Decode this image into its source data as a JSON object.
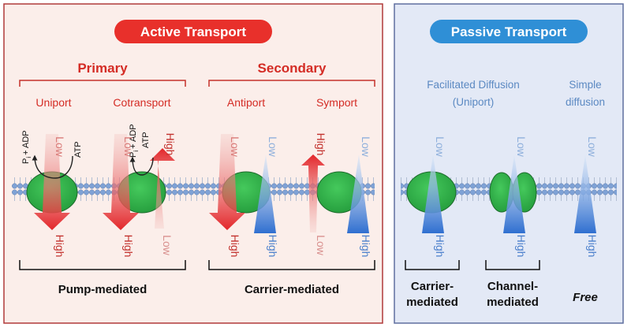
{
  "colors": {
    "active_bg": "#fbeeea",
    "active_border": "#b03a3a",
    "passive_bg": "#e3e9f6",
    "passive_border": "#5f6f9f",
    "pill_red": "#e8302b",
    "pill_blue": "#2f8fd6",
    "red_text": "#d42c25",
    "red_arrow": "#e3262a",
    "blue_text": "#5b89c2",
    "blue_arrow": "#3f83d6",
    "protein_green": "#2fb847",
    "lipid_head": "#7fa2d6"
  },
  "active": {
    "title": "Active Transport",
    "primary": "Primary",
    "secondary": "Secondary",
    "labels": {
      "uniport": "Uniport",
      "cotransport": "Cotransport",
      "antiport": "Antiport",
      "symport": "Symport"
    },
    "cofactors": {
      "pi_adp_1": "P",
      "pi_adp_1_sub": "i",
      "pi_adp_1_rest": "+ ADP",
      "atp_1": "ATP",
      "pi_adp_2": "P",
      "pi_adp_2_sub": "i",
      "pi_adp_2_rest": "+ ADP",
      "atp_2": "ATP"
    },
    "arrow_words": {
      "uniport_top": "Low",
      "uniport_bottom": "High",
      "cot_red_top": "Low",
      "cot_red_bottom": "High",
      "cot_up_top": "High",
      "cot_up_bottom": "Low",
      "anti_red_top": "Low",
      "anti_red_bottom": "High",
      "anti_blue_top": "Low",
      "anti_blue_bottom": "High",
      "sym_red_top": "High",
      "sym_red_bottom": "Low",
      "sym_blue_top": "Low",
      "sym_blue_bottom": "High"
    },
    "pump_mediated": "Pump-mediated",
    "carrier_mediated": "Carrier-mediated"
  },
  "passive": {
    "title": "Passive Transport",
    "facilitated_line1": "Facilitated Diffusion",
    "facilitated_line2": "(Uniport)",
    "simple_line1": "Simple",
    "simple_line2": "diffusion",
    "arrow_words": {
      "carrier_top": "Low",
      "carrier_bottom": "High",
      "channel_top": "Low",
      "channel_bottom": "High",
      "simple_top": "Low",
      "simple_bottom": "High"
    },
    "carrier_line1": "Carrier-",
    "carrier_line2": "mediated",
    "channel_line1": "Channel-",
    "channel_line2": "mediated",
    "free": "Free"
  }
}
